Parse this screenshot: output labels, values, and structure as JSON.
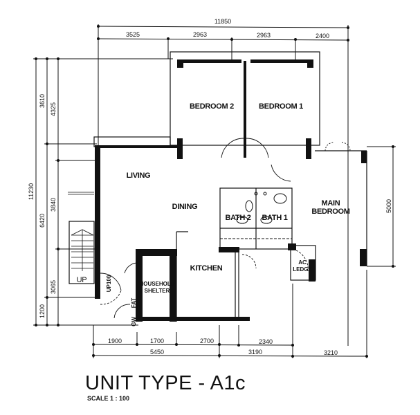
{
  "plan": {
    "title": "UNIT TYPE - A1c",
    "scale": "SCALE  1 : 100",
    "rooms": {
      "bedroom2": "BEDROOM 2",
      "bedroom1": "BEDROOM 1",
      "living": "LIVING",
      "dining": "DINING",
      "main_bedroom_1": "MAIN",
      "main_bedroom_2": "BEDROOM",
      "bath2": "BATH 2",
      "bath1": "BATH 1",
      "kitchen": "KITCHEN",
      "shelter_1": "HOUSEHOLD",
      "shelter_2": "SHELTER",
      "ac_1": "AC",
      "ac_2": "LEDGE",
      "up": "UP",
      "up100": "UP100",
      "fat": "FAT",
      "gw": "GW"
    },
    "dimensions": {
      "top_total": "11850",
      "top": [
        "3525",
        "2963",
        "2963",
        "2400"
      ],
      "left_total": "11230",
      "left_mid": [
        "3610",
        "6420",
        "1200"
      ],
      "left_inner": [
        "4325",
        "3840",
        "3065"
      ],
      "bottom_inner": [
        "1900",
        "1700",
        "2700",
        "2340"
      ],
      "bottom_outer": [
        "5450",
        "3190",
        "3210"
      ],
      "right": "5000"
    }
  }
}
